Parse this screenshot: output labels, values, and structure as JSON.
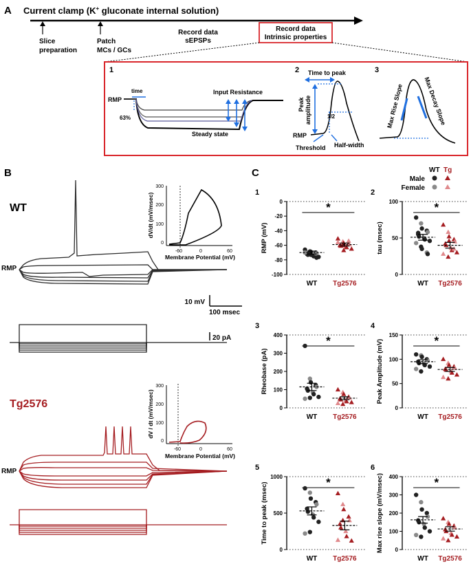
{
  "colors": {
    "wt": "#222222",
    "wt_female": "#8a8a8a",
    "tg": "#a51d21",
    "tg_female": "#e0898c",
    "red_box": "#d9262b",
    "blue": "#1f6fe0"
  },
  "panelA": {
    "letter": "A",
    "title": "Current clamp (K",
    "title_sup": "+",
    "title_rest": " gluconate internal solution)",
    "timeline": {
      "step1": [
        "Slice",
        "preparation"
      ],
      "step2": [
        "Patch",
        "MCs / GCs"
      ],
      "step3": [
        "Record data",
        "sEPSPs"
      ],
      "step4": [
        "Record data",
        "Intrinsic properties"
      ]
    },
    "sub1": {
      "num": "1",
      "rmp": "RMP",
      "time": "time",
      "pct": "63%",
      "input": "Input Resistance",
      "steady": "Steady state"
    },
    "sub2": {
      "num": "2",
      "ttp": "Time to peak",
      "peak": "Peak",
      "amplitude": "amplitude",
      "half": "1/2",
      "rmp": "RMP",
      "threshold": "Threshold",
      "halfwidth": "Half-width"
    },
    "sub3": {
      "num": "3",
      "rise": "Max Rise Slope",
      "decay": "Max Decay Slope"
    }
  },
  "panelB": {
    "letter": "B",
    "wt": {
      "label": "WT",
      "rmp": "RMP",
      "scale_v": "10 mV",
      "scale_t": "100 msec",
      "scale_i": "20 pA",
      "inset": {
        "ylabel": "dV/dt (mV/msec)",
        "xlabel": "Membrane Potential (mV)",
        "yticks": [
          "300",
          "200",
          "100",
          "0"
        ],
        "xticks": [
          "-60",
          "0",
          "60"
        ]
      }
    },
    "tg": {
      "label": "Tg2576",
      "rmp": "RMP",
      "inset": {
        "ylabel": "dV / dt (mV/msec)",
        "xlabel": "Membrane Potential (mV)",
        "yticks": [
          "300",
          "200",
          "100",
          "0"
        ],
        "xticks": [
          "-60",
          "0",
          "60"
        ]
      }
    }
  },
  "panelC": {
    "letter": "C",
    "legend": {
      "wt": "WT",
      "tg": "Tg",
      "male": "Male",
      "female": "Female"
    },
    "star": "*",
    "groups": [
      "WT",
      "Tg2576"
    ]
  },
  "chart_data": [
    {
      "type": "scatter",
      "panel": "1",
      "ylabel": "RMP (mV)",
      "ylim": [
        -100,
        0
      ],
      "yticks": [
        -100,
        -80,
        -60,
        -40,
        -20,
        0
      ],
      "categories": [
        "WT",
        "Tg2576"
      ],
      "significance": "*",
      "series": [
        {
          "name": "WT",
          "mean": -70,
          "sem": 2,
          "values": [
            -66,
            -68,
            -69,
            -70,
            -71,
            -72,
            -73,
            -74,
            -75,
            -76,
            -70,
            -69,
            -73,
            -71,
            -77
          ]
        },
        {
          "name": "Tg2576",
          "mean": -59,
          "sem": 2,
          "values": [
            -51,
            -55,
            -57,
            -58,
            -59,
            -60,
            -61,
            -62,
            -63,
            -65,
            -56,
            -60,
            -67,
            -54
          ]
        }
      ]
    },
    {
      "type": "scatter",
      "panel": "2",
      "ylabel": "tau (msec)",
      "ylim": [
        0,
        100
      ],
      "yticks": [
        0,
        50,
        100
      ],
      "categories": [
        "WT",
        "Tg2576"
      ],
      "significance": "*",
      "series": [
        {
          "name": "WT",
          "mean": 51,
          "sem": 4,
          "values": [
            78,
            70,
            63,
            60,
            58,
            55,
            52,
            50,
            48,
            46,
            43,
            38,
            35,
            30,
            28,
            57
          ]
        },
        {
          "name": "Tg2576",
          "mean": 40,
          "sem": 4,
          "values": [
            68,
            58,
            52,
            48,
            45,
            42,
            40,
            36,
            33,
            30,
            28,
            24,
            46,
            35
          ]
        }
      ]
    },
    {
      "type": "scatter",
      "panel": "3",
      "ylabel": "Rheobase (pA)",
      "ylim": [
        0,
        400
      ],
      "yticks": [
        0,
        100,
        200,
        300,
        400
      ],
      "categories": [
        "WT",
        "Tg2576"
      ],
      "significance": "*",
      "series": [
        {
          "name": "WT",
          "mean": 115,
          "sem": 20,
          "values": [
            340,
            160,
            140,
            125,
            115,
            105,
            95,
            85,
            75,
            60,
            50,
            55
          ]
        },
        {
          "name": "Tg2576",
          "mean": 53,
          "sem": 8,
          "values": [
            100,
            85,
            75,
            60,
            55,
            50,
            45,
            40,
            35,
            30,
            25,
            20
          ]
        }
      ]
    },
    {
      "type": "scatter",
      "panel": "4",
      "ylabel": "Peak Amplitude (mV)",
      "ylim": [
        0,
        150
      ],
      "yticks": [
        0,
        50,
        100,
        150
      ],
      "categories": [
        "WT",
        "Tg2576"
      ],
      "significance": "*",
      "series": [
        {
          "name": "WT",
          "mean": 95,
          "sem": 4,
          "values": [
            110,
            108,
            105,
            100,
            97,
            95,
            92,
            90,
            88,
            85,
            80,
            75
          ]
        },
        {
          "name": "Tg2576",
          "mean": 79,
          "sem": 4,
          "values": [
            100,
            92,
            88,
            85,
            82,
            80,
            78,
            75,
            72,
            68,
            63,
            60
          ]
        }
      ]
    },
    {
      "type": "scatter",
      "panel": "5",
      "ylabel": "Time to peak (msec)",
      "ylim": [
        0,
        1000
      ],
      "yticks": [
        0,
        500,
        1000
      ],
      "categories": [
        "WT",
        "Tg2576"
      ],
      "significance": "*",
      "series": [
        {
          "name": "WT",
          "mean": 530,
          "sem": 55,
          "values": [
            840,
            780,
            700,
            650,
            620,
            560,
            520,
            480,
            440,
            380,
            220,
            240
          ]
        },
        {
          "name": "Tg2576",
          "mean": 330,
          "sem": 60,
          "values": [
            770,
            620,
            550,
            450,
            400,
            350,
            300,
            250,
            180,
            120,
            130,
            400
          ]
        }
      ]
    },
    {
      "type": "scatter",
      "panel": "6",
      "ylabel": "Max rise slope (mV/msec)",
      "ylim": [
        0,
        400
      ],
      "yticks": [
        0,
        100,
        200,
        300,
        400
      ],
      "categories": [
        "WT",
        "Tg2576"
      ],
      "significance": "*",
      "series": [
        {
          "name": "WT",
          "mean": 163,
          "sem": 18,
          "values": [
            300,
            260,
            220,
            200,
            180,
            160,
            150,
            140,
            120,
            100,
            80,
            70
          ]
        },
        {
          "name": "Tg2576",
          "mean": 113,
          "sem": 12,
          "values": [
            170,
            150,
            140,
            130,
            120,
            110,
            100,
            90,
            80,
            70,
            60,
            50
          ]
        }
      ]
    }
  ]
}
